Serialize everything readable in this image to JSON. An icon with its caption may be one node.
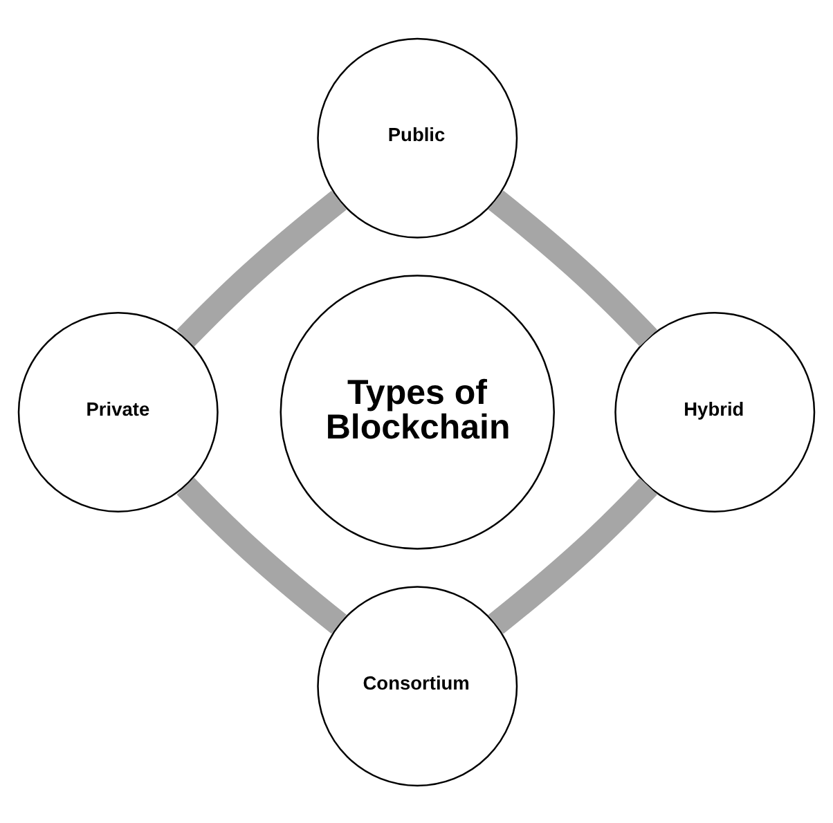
{
  "diagram": {
    "nodes": [
      {
        "text": [
          "Public"
        ]
      },
      {
        "text": [
          "Private"
        ]
      },
      {
        "text": [
          "Types of Blockchain"
        ]
      },
      {
        "text": [
          "Hybrid"
        ]
      },
      {
        "text": [
          "Consortium"
        ]
      }
    ],
    "edges": [
      {
        "from": 0,
        "to": 3,
        "arrow": "none"
      },
      {
        "from": 3,
        "to": 4,
        "arrow": "none"
      },
      {
        "from": 4,
        "to": 1,
        "arrow": "none"
      },
      {
        "from": 1,
        "to": 0,
        "arrow": "none"
      }
    ]
  }
}
